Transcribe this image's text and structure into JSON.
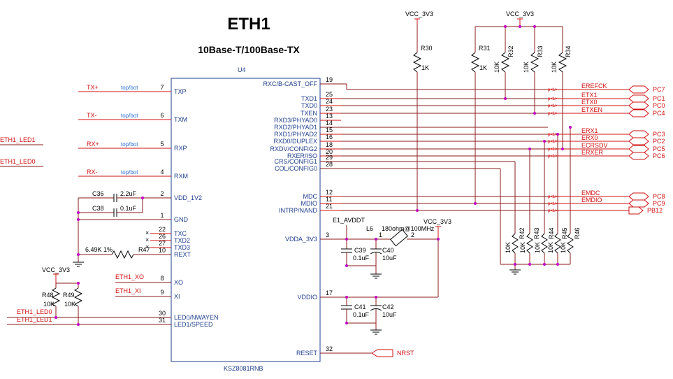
{
  "title": "ETH1",
  "subtitle": "10Base-T/100Base-TX",
  "ic": {
    "ref": "U4",
    "part": "KSZ8081RNB",
    "left_pins": [
      {
        "num": "7",
        "name": "TXP",
        "net": "TX+",
        "note": "top/bot"
      },
      {
        "num": "6",
        "name": "TXM",
        "net": "TX-",
        "note": "top/bot"
      },
      {
        "num": "5",
        "name": "RXP",
        "net": "RX+",
        "note": "top/bot"
      },
      {
        "num": "4",
        "name": "RXM",
        "net": "RX-",
        "note": "top/bot"
      },
      {
        "num": "2",
        "name": "VDD_1V2",
        "net": "",
        "note": ""
      },
      {
        "num": "1",
        "name": "GND",
        "net": "",
        "note": ""
      },
      {
        "num": "22",
        "name": "TXC",
        "net": "",
        "note": ""
      },
      {
        "num": "26",
        "name": "TXD2",
        "net": "",
        "note": ""
      },
      {
        "num": "27",
        "name": "TXD3",
        "net": "",
        "note": ""
      },
      {
        "num": "10",
        "name": "REXT",
        "net": "",
        "note": ""
      },
      {
        "num": "8",
        "name": "XO",
        "net": "ETH1_XO",
        "note": ""
      },
      {
        "num": "9",
        "name": "XI",
        "net": "ETH1_XI",
        "note": ""
      },
      {
        "num": "30",
        "name": "LED0/NWAYEN",
        "net": "ETH1_LED0",
        "note": ""
      },
      {
        "num": "31",
        "name": "LED1/SPEED",
        "net": "ETH1_LED1",
        "note": ""
      }
    ],
    "right_pins": [
      {
        "num": "19",
        "name": "RXC/B-CAST_OFF"
      },
      {
        "num": "25",
        "name": "TXD1"
      },
      {
        "num": "24",
        "name": "TXD0"
      },
      {
        "num": "23",
        "name": "TXEN"
      },
      {
        "num": "13",
        "name": "RXD3/PHYAD0"
      },
      {
        "num": "14",
        "name": "RXD2/PHYAD1"
      },
      {
        "num": "15",
        "name": "RXD1/PHYAD2"
      },
      {
        "num": "16",
        "name": "RXD0/DUPLEX"
      },
      {
        "num": "18",
        "name": "RXDV/CONFIG2"
      },
      {
        "num": "20",
        "name": "RXER/ISO"
      },
      {
        "num": "29",
        "name": "CRS/CONFIG1"
      },
      {
        "num": "28",
        "name": "COL/CONFIG0"
      },
      {
        "num": "12",
        "name": "MDC"
      },
      {
        "num": "11",
        "name": "MDIO"
      },
      {
        "num": "21",
        "name": "INTRP/NAND"
      },
      {
        "num": "3",
        "name": "VDDA_3V3"
      },
      {
        "num": "17",
        "name": "VDDIO"
      },
      {
        "num": "32",
        "name": "RESET"
      }
    ]
  },
  "ports": [
    {
      "net": "EREFCK",
      "tag": "p<1>",
      "port": "PC7"
    },
    {
      "net": "ETX1",
      "tag": "p<1>",
      "port": "PC1"
    },
    {
      "net": "ETX0",
      "tag": "p<1>",
      "port": "PC0"
    },
    {
      "net": "ETXEN",
      "tag": "p<1>",
      "port": "PC4"
    },
    {
      "net": "ERX1",
      "tag": "p<1>",
      "port": "PC3"
    },
    {
      "net": "ERX0",
      "tag": "p<1>",
      "port": "PC2"
    },
    {
      "net": "ECRSDV",
      "tag": "p<1>",
      "port": "PC5"
    },
    {
      "net": "ERXER",
      "tag": "p<1>",
      "port": "PC6"
    },
    {
      "net": "EMDC",
      "tag": "p<1>",
      "port": "PC8"
    },
    {
      "net": "EMDIO",
      "tag": "p<1>",
      "port": "PC9"
    },
    {
      "net": "",
      "tag": "p<1>",
      "port": "PB12"
    }
  ],
  "top_resistors": [
    {
      "ref": "R30",
      "value": "1K"
    },
    {
      "ref": "R31",
      "value": "1K"
    },
    {
      "ref": "R32",
      "value": "10K"
    },
    {
      "ref": "R33",
      "value": "10K"
    },
    {
      "ref": "R34",
      "value": "10K"
    }
  ],
  "bottom_resistors": [
    {
      "ref": "R42",
      "value": "10K"
    },
    {
      "ref": "R43",
      "value": "10K"
    },
    {
      "ref": "R44",
      "value": "10K"
    },
    {
      "ref": "R45",
      "value": "10K"
    },
    {
      "ref": "R46",
      "value": "10K"
    }
  ],
  "left_components": {
    "c36": {
      "ref": "C36",
      "value": "2.2uF"
    },
    "c38": {
      "ref": "C38",
      "value": "0.1uF"
    },
    "r47": {
      "ref": "R47",
      "value": "6.49K 1%"
    },
    "r48": {
      "ref": "R48",
      "value": "10K"
    },
    "r49": {
      "ref": "R49",
      "value": "10K"
    },
    "led_nets": [
      "ETH1_LED1",
      "ETH1_LED0"
    ],
    "led_nets_bottom": [
      "ETH1_LED0",
      "ETH1_LED1"
    ]
  },
  "power_components": {
    "e1": "E1_AVDDT",
    "l6": {
      "ref": "L6",
      "value": "180ohm@100MHz",
      "pin1": "1",
      "pin2": "2"
    },
    "c39": {
      "ref": "C39",
      "value": "0.1uF"
    },
    "c40": {
      "ref": "C40",
      "value": "10uF"
    },
    "c41": {
      "ref": "C41",
      "value": "0.1uF"
    },
    "c42": {
      "ref": "C42",
      "value": "10uF"
    }
  },
  "power_labels": {
    "vcc_r30": "VCC_3V3",
    "vcc_top": "VCC_3V3",
    "vcc_l6": "VCC_3V3",
    "vcc_led": "VCC_3V3"
  },
  "nrst": "NRST"
}
